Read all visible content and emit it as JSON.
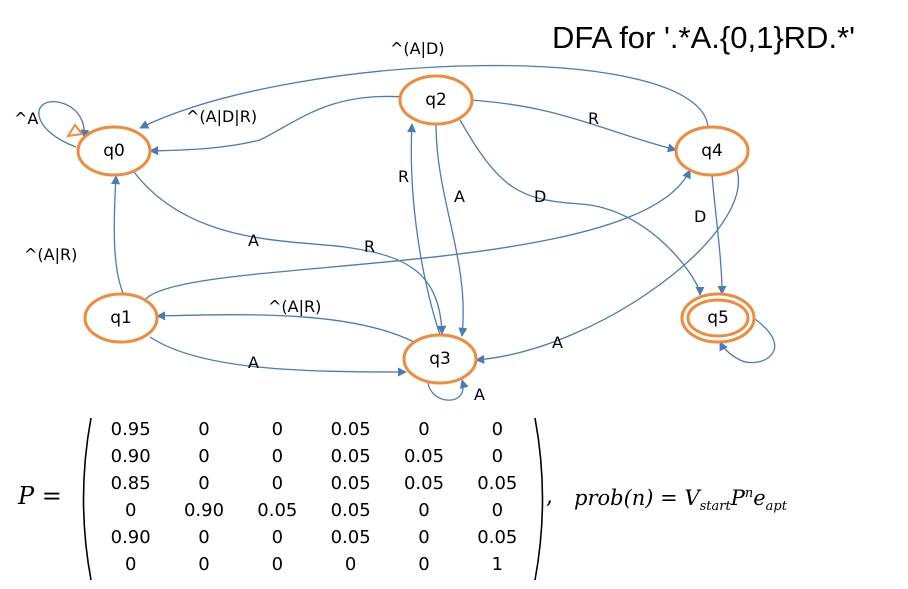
{
  "title": "DFA for '.*A.{0,1}RD.*'",
  "states": [
    {
      "id": "q0",
      "label": "q0",
      "start": true,
      "accept": false
    },
    {
      "id": "q1",
      "label": "q1",
      "start": false,
      "accept": false
    },
    {
      "id": "q2",
      "label": "q2",
      "start": false,
      "accept": false
    },
    {
      "id": "q3",
      "label": "q3",
      "start": false,
      "accept": false
    },
    {
      "id": "q4",
      "label": "q4",
      "start": false,
      "accept": false
    },
    {
      "id": "q5",
      "label": "q5",
      "start": false,
      "accept": true
    }
  ],
  "transitions": [
    {
      "from": "q0",
      "to": "q0",
      "label": "^A"
    },
    {
      "from": "q0",
      "to": "q3",
      "label": "A"
    },
    {
      "from": "q1",
      "to": "q0",
      "label": "^(A|R)"
    },
    {
      "from": "q1",
      "to": "q3",
      "label": "A"
    },
    {
      "from": "q1",
      "to": "q4",
      "label": "R"
    },
    {
      "from": "q2",
      "to": "q0",
      "label": "^(A|D|R)"
    },
    {
      "from": "q2",
      "to": "q3",
      "label": "A"
    },
    {
      "from": "q2",
      "to": "q4",
      "label": "R"
    },
    {
      "from": "q2",
      "to": "q5",
      "label": "D"
    },
    {
      "from": "q3",
      "to": "q1",
      "label": "^(A|R)"
    },
    {
      "from": "q3",
      "to": "q2",
      "label": "R"
    },
    {
      "from": "q3",
      "to": "q3",
      "label": "A"
    },
    {
      "from": "q4",
      "to": "q0",
      "label": "^(A|D)"
    },
    {
      "from": "q4",
      "to": "q5",
      "label": "D"
    },
    {
      "from": "q4",
      "to": "q3",
      "label": "A"
    },
    {
      "from": "q5",
      "to": "q5",
      "label": ""
    }
  ],
  "equation": {
    "lhs": "P =",
    "matrix": [
      [
        "0.95",
        "0",
        "0",
        "0.05",
        "0",
        "0"
      ],
      [
        "0.90",
        "0",
        "0",
        "0.05",
        "0.05",
        "0"
      ],
      [
        "0.85",
        "0",
        "0",
        "0.05",
        "0.05",
        "0.05"
      ],
      [
        "0",
        "0.90",
        "0.05",
        "0.05",
        "0",
        "0"
      ],
      [
        "0.90",
        "0",
        "0",
        "0.05",
        "0",
        "0.05"
      ],
      [
        "0",
        "0",
        "0",
        "0",
        "0",
        "1"
      ]
    ],
    "comma": ",",
    "prob_lhs": "prob(n) = ",
    "prob_v": "V",
    "prob_v_sub": "start",
    "prob_p": "P",
    "prob_p_sup": "n",
    "prob_e": "e",
    "prob_e_sub": "apt"
  },
  "colors": {
    "state_stroke": "#f08a3c",
    "edge": "#4a7ab8"
  }
}
